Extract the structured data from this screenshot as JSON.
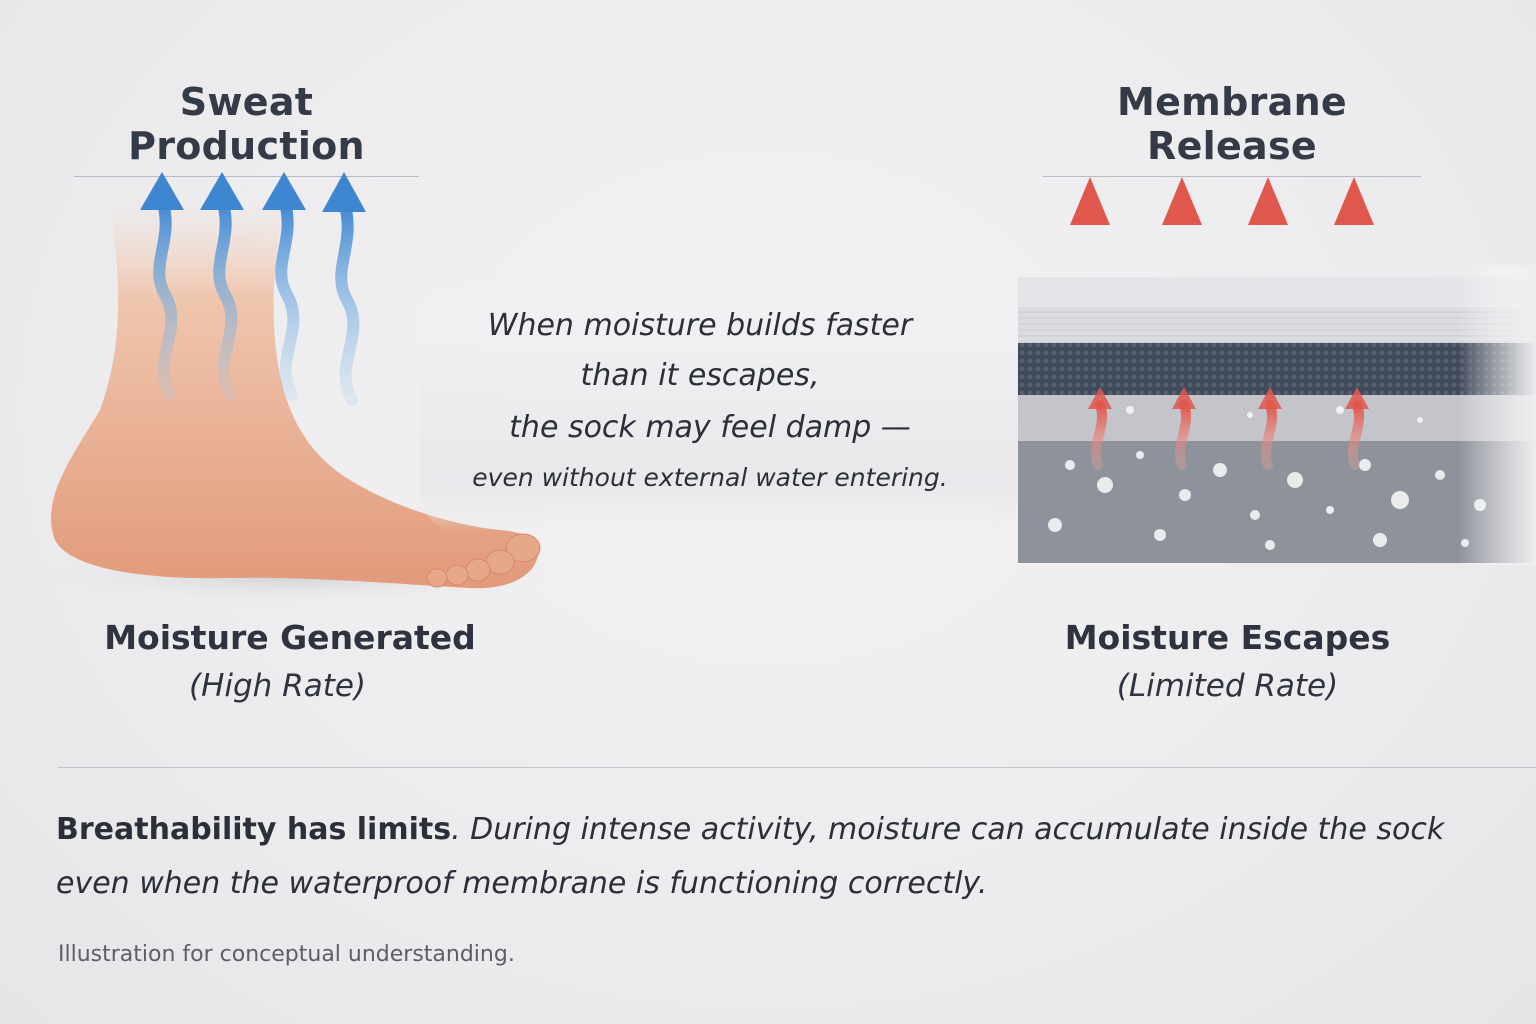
{
  "left_panel": {
    "heading": "Sweat Production",
    "caption": "Moisture Generated",
    "rate": "(High Rate)"
  },
  "right_panel": {
    "heading": "Membrane Release",
    "caption": "Moisture Escapes",
    "rate": "(Limited Rate)"
  },
  "callout": {
    "line1": "When moisture builds faster",
    "line2": "than it escapes,",
    "line3": "the sock may feel damp —",
    "line4": "even without external water entering."
  },
  "summary": {
    "bold_text": "Breathability has limits",
    "line1_rest": ". During intense activity, moisture can accumulate inside the sock",
    "line2": "even when the waterproof membrane is functioning correctly."
  },
  "footnote": "Illustration for conceptual understanding.",
  "colors": {
    "sweat_arrow": "#5a9bd8",
    "release_arrow": "#e0574d",
    "membrane_dark": "#414a5a",
    "text": "#2b2f3a"
  }
}
